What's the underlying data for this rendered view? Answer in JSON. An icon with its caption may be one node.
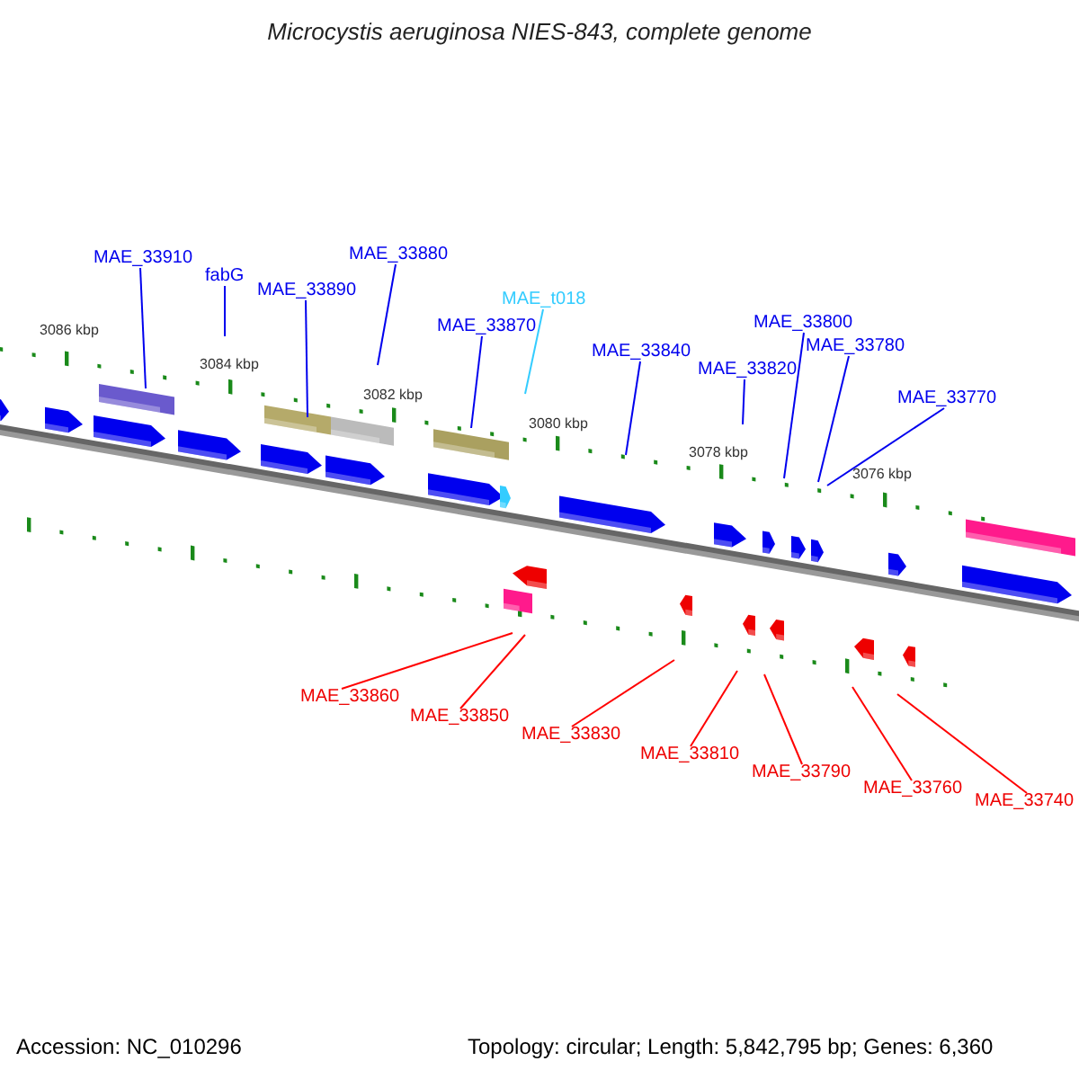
{
  "diagram": {
    "title": "Microcystis aeruginosa NIES-843, complete genome",
    "nodes": [
      {
        "text": [
          "MAE_33910"
        ]
      },
      {
        "text": [
          "fabG"
        ]
      },
      {
        "text": [
          "MAE_33890"
        ]
      },
      {
        "text": [
          "MAE_33880"
        ]
      },
      {
        "text": [
          "MAE_t018"
        ]
      },
      {
        "text": [
          "MAE_33870"
        ]
      },
      {
        "text": [
          "MAE_33840"
        ]
      },
      {
        "text": [
          "MAE_33800"
        ]
      },
      {
        "text": [
          "MAE_33820"
        ]
      },
      {
        "text": [
          "MAE_33780"
        ]
      },
      {
        "text": [
          "MAE_33770"
        ]
      },
      {
        "text": [
          "MAE_33860"
        ]
      },
      {
        "text": [
          "MAE_33850"
        ]
      },
      {
        "text": [
          "MAE_33830"
        ]
      },
      {
        "text": [
          "MAE_33810"
        ]
      },
      {
        "text": [
          "MAE_33790"
        ]
      },
      {
        "text": [
          "MAE_33760"
        ]
      },
      {
        "text": [
          "MAE_33740"
        ]
      }
    ],
    "edges": [
      {
        "from": 0,
        "to": null,
        "arrow": "none"
      },
      {
        "from": 1,
        "to": null,
        "arrow": "none"
      },
      {
        "from": 2,
        "to": null,
        "arrow": "none"
      },
      {
        "from": 3,
        "to": null,
        "arrow": "none"
      },
      {
        "from": 4,
        "to": null,
        "arrow": "none",
        "color": "#33ccff"
      },
      {
        "from": 5,
        "to": null,
        "arrow": "none"
      },
      {
        "from": 6,
        "to": null,
        "arrow": "none"
      },
      {
        "from": 7,
        "to": null,
        "arrow": "none"
      },
      {
        "from": 8,
        "to": null,
        "arrow": "none"
      },
      {
        "from": 9,
        "to": null,
        "arrow": "none"
      },
      {
        "from": 10,
        "to": null,
        "arrow": "none"
      },
      {
        "from": 11,
        "to": null,
        "arrow": "none",
        "color": "#ff0000"
      },
      {
        "from": 12,
        "to": null,
        "arrow": "none",
        "color": "#ff0000"
      },
      {
        "from": 13,
        "to": null,
        "arrow": "none",
        "color": "#ff0000"
      },
      {
        "from": 14,
        "to": null,
        "arrow": "none",
        "color": "#ff0000"
      },
      {
        "from": 15,
        "to": null,
        "arrow": "none",
        "color": "#ff0000"
      },
      {
        "from": 16,
        "to": null,
        "arrow": "none",
        "color": "#ff0000"
      },
      {
        "from": 17,
        "to": null,
        "arrow": "none",
        "color": "#ff0000"
      }
    ],
    "labels": [
      "3086 kbp",
      "3084 kbp",
      "3082 kbp",
      "3080 kbp",
      "3078 kbp",
      "3076 kbp",
      "Accession: NC_010296",
      "Topology: circular; Length: 5,842,795 bp; Genes: 6,360"
    ]
  }
}
